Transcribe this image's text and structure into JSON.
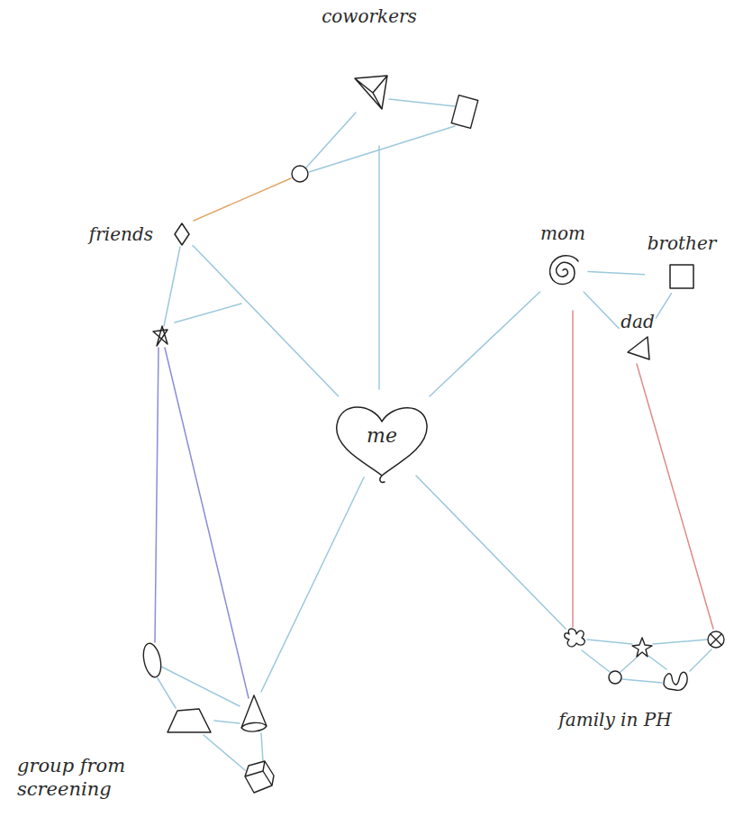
{
  "diagram": {
    "nodes": [
      {
        "text": [
          "coworkers"
        ]
      },
      {
        "text": [
          "friends"
        ]
      },
      {
        "text": [
          "mom"
        ]
      },
      {
        "text": [
          "brother"
        ]
      },
      {
        "text": [
          "dad"
        ]
      },
      {
        "text": [
          "me"
        ]
      },
      {
        "text": [
          "group from screening"
        ]
      },
      {
        "text": [
          "family in PH"
        ]
      }
    ],
    "edges": [
      {
        "from": 1,
        "to": 5,
        "arrow": "none"
      },
      {
        "from": 5,
        "to": 2,
        "arrow": "none"
      },
      {
        "from": 2,
        "to": 3,
        "arrow": "none"
      },
      {
        "from": 2,
        "to": 4,
        "arrow": "none"
      },
      {
        "from": 3,
        "to": 4,
        "arrow": "none"
      }
    ]
  }
}
